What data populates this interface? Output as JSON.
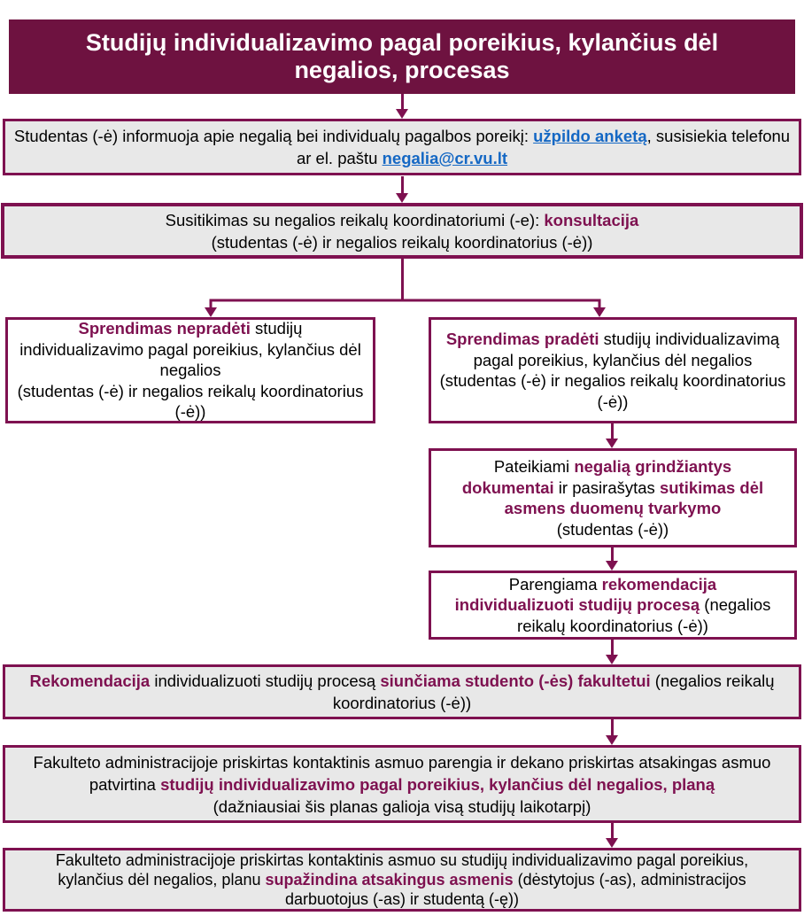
{
  "colors": {
    "accent": "#7E1150",
    "header_bg": "#6E1240",
    "box_gray": "#E8E8E8",
    "link_blue": "#1568C4",
    "text": "#000000",
    "canvas_bg": "#FFFFFF"
  },
  "icons": {
    "arrow_down": "▼"
  },
  "title": "Studijų individualizavimo pagal poreikius, kylančius dėl negalios, procesas",
  "boxes": {
    "student_info": {
      "part1": "Studentas (-ė) informuoja apie negalią bei individualų pagalbos poreikį: ",
      "link_form": "užpildo anketą",
      "part2": ", susisiekia telefonu ar el. paštu ",
      "link_email": "negalia@cr.vu.lt"
    },
    "meeting": {
      "part1": "Susitikimas su negalios reikalų koordinatoriumi (-e): ",
      "accent1": "konsultacija",
      "line2": "(studentas (-ė) ir negalios reikalų koordinatorius (-ė))"
    },
    "decision_no": {
      "accent1": "Sprendimas nepradėti",
      "part1": " studijų individualizavimo pagal poreikius, kylančius dėl negalios",
      "line2": "(studentas (-ė) ir negalios reikalų koordinatorius (-ė))"
    },
    "decision_yes": {
      "accent1": "Sprendimas pradėti",
      "part1": " studijų individualizavimą pagal poreikius, kylančius dėl negalios",
      "line2": "(studentas (-ė) ir negalios reikalų koordinatorius (-ė))"
    },
    "documents": {
      "part1": "Pateikiami ",
      "accent1": "negalią grindžiantys dokumentai",
      "part2": " ir pasirašytas ",
      "accent2": "sutikimas dėl asmens duomenų tvarkymo",
      "line2": "(studentas (-ė))"
    },
    "recommendation": {
      "part1": "Parengiama ",
      "accent1": "rekomendacija",
      "accent2": "individualizuoti studijų procesą",
      "part2": " (negalios reikalų koordinatorius (-ė))"
    },
    "recommendation_sent": {
      "accent1": "Rekomendacija",
      "part1": " individualizuoti studijų procesą ",
      "accent2": "siunčiama studento (-ės) fakultetui",
      "part2": " (negalios reikalų koordinatorius (-ė))"
    },
    "plan_approval": {
      "part1": "Fakulteto administracijoje priskirtas kontaktinis asmuo parengia ir dekano priskirtas atsakingas asmuo patvirtina ",
      "accent1": "studijų individualizavimo pagal poreikius, kylančius dėl negalios, planą",
      "line2": "(dažniausiai šis planas galioja visą studijų laikotarpį)"
    },
    "plan_introduction": {
      "part1": "Fakulteto administracijoje priskirtas kontaktinis asmuo su studijų individualizavimo pagal poreikius, kylančius dėl negalios, planu ",
      "accent1": "supažindina atsakingus asmenis",
      "part2": " (dėstytojus (-as), administracijos darbuotojus (-as) ir studentą (-ę))"
    }
  }
}
